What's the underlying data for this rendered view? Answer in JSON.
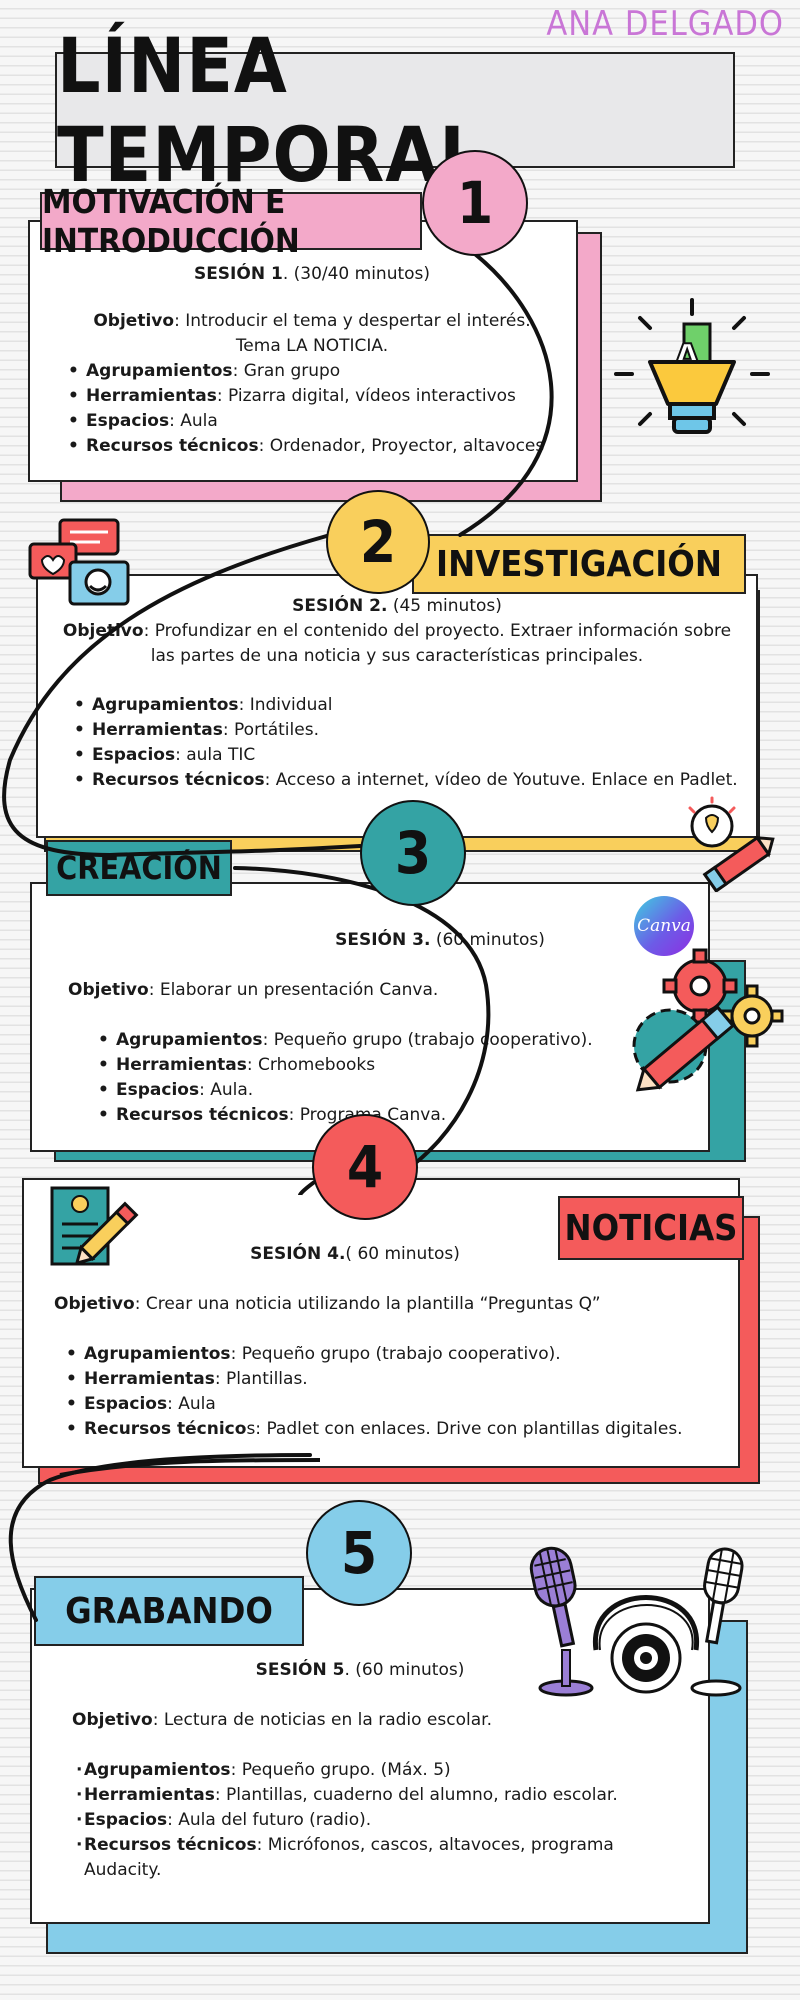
{
  "author": "ANA DELGADO",
  "title": "LÍNEA TEMPORAL",
  "colors": {
    "pink": "#f3a9c9",
    "yellow": "#f9cf5c",
    "teal": "#34a3a4",
    "red": "#f45b5b",
    "blue": "#85cde9",
    "purple": "#c976d6"
  },
  "sessions": [
    {
      "number": "1",
      "label": "MOTIVACIÓN E INTRODUCCIÓN",
      "session_bold": "SESIÓN 1",
      "session_rest": ". (30/40 minutos)",
      "objetivo_label": "Objetivo",
      "objetivo_text": ": Introducir el tema y despertar el interés. Tema LA NOTICIA.",
      "items": [
        {
          "k": "Agrupamientos",
          "v": ": Gran grupo"
        },
        {
          "k": "Herramientas",
          "v": ": Pizarra digital, vídeos interactivos"
        },
        {
          "k": "Espacios",
          "v": ": Aula"
        },
        {
          "k": "Recursos técnicos",
          "v": ": Ordenador, Proyector, altavoces"
        }
      ]
    },
    {
      "number": "2",
      "label": "INVESTIGACIÓN",
      "session_bold": "SESIÓN 2.",
      "session_rest": " (45 minutos)",
      "objetivo_label": "Objetivo",
      "objetivo_text": ": Profundizar en el contenido del proyecto. Extraer información sobre las partes de una noticia y sus características principales.",
      "items": [
        {
          "k": "Agrupamientos",
          "v": ": Individual"
        },
        {
          "k": "Herramientas",
          "v": ": Portátiles."
        },
        {
          "k": "Espacios",
          "v": ": aula TIC"
        },
        {
          "k": "Recursos técnicos",
          "v": ": Acceso a internet, vídeo de Youtuve. Enlace en Padlet."
        }
      ]
    },
    {
      "number": "3",
      "label": "CREACIÓN",
      "session_bold": "SESIÓN 3.",
      "session_rest": " (60 minutos)",
      "objetivo_label": "Objetivo",
      "objetivo_text": ": Elaborar un presentación Canva.",
      "canva_badge": "Canva",
      "items": [
        {
          "k": "Agrupamientos",
          "v": ": Pequeño grupo (trabajo cooperativo)."
        },
        {
          "k": "Herramientas",
          "v": ": Crhomebooks"
        },
        {
          "k": "Espacios",
          "v": ": Aula."
        },
        {
          "k": "Recursos técnicos",
          "v": ": Programa Canva."
        }
      ]
    },
    {
      "number": "4",
      "label": "NOTICIAS",
      "session_bold": "SESIÓN 4.",
      "session_rest": "( 60 minutos)",
      "objetivo_label": "Objetivo",
      "objetivo_text": ": Crear una noticia utilizando la plantilla “Preguntas Q”",
      "items": [
        {
          "k": "Agrupamientos",
          "v": ": Pequeño grupo (trabajo cooperativo)."
        },
        {
          "k": "Herramientas",
          "v": ": Plantillas."
        },
        {
          "k": "Espacios",
          "v": ": Aula"
        },
        {
          "k": "Recursos técnico",
          "v": "s: Padlet con enlaces. Drive con plantillas digitales."
        }
      ]
    },
    {
      "number": "5",
      "label": "GRABANDO",
      "session_bold": "SESIÓN 5",
      "session_rest": ". (60 minutos)",
      "objetivo_label": "Objetivo",
      "objetivo_text": ": Lectura de noticias en la radio escolar.",
      "items": [
        {
          "k": "Agrupamientos",
          "v": ": Pequeño grupo. (Máx. 5)"
        },
        {
          "k": "Herramientas",
          "v": ": Plantillas, cuaderno del alumno, radio escolar."
        },
        {
          "k": "Espacios",
          "v": ": Aula del futuro (radio)."
        },
        {
          "k": "Recursos técnicos",
          "v": ": Micrófonos, cascos, altavoces, programa Audacity."
        }
      ]
    }
  ]
}
